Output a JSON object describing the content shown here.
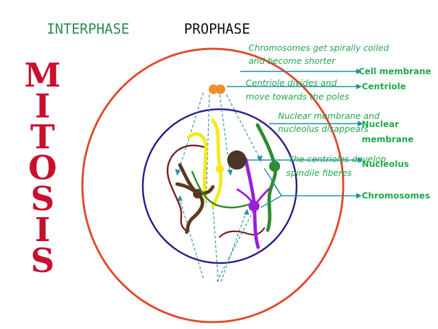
{
  "header": {
    "phase_left": "INTERPHASE",
    "phase_right": "PROPHASE"
  },
  "side_title": {
    "letters": [
      "M",
      "I",
      "T",
      "O",
      "S",
      "I",
      "S"
    ],
    "color": "#c8102e"
  },
  "colors": {
    "interphase_text": "#2e8b57",
    "prophase_text": "#111111",
    "note_text": "#1fa84a",
    "label_text": "#1fa84a",
    "label_line": "#1b8ea0",
    "cell_membrane": "#e2492b",
    "nuclear_membrane": "#2e1a87",
    "centriole": "#f28c28",
    "spindle": "#2a8fb0"
  },
  "notes": [
    "Chromosomes get spirally coiled",
    "and become shorter",
    "Centriole divides and",
    "move towards the poles",
    "Nuclear membrane and",
    "nucleolus disappears",
    "The centrioles develop",
    "spindile fiberes"
  ],
  "labels": {
    "cell_membrane": "Cell membrane",
    "centriole": "Centriole",
    "nuclear_line1": "Nuclear",
    "nuclear_line2": "membrane",
    "nucleolus": "Nucleolus",
    "chromosomes": "Chromosomes"
  }
}
